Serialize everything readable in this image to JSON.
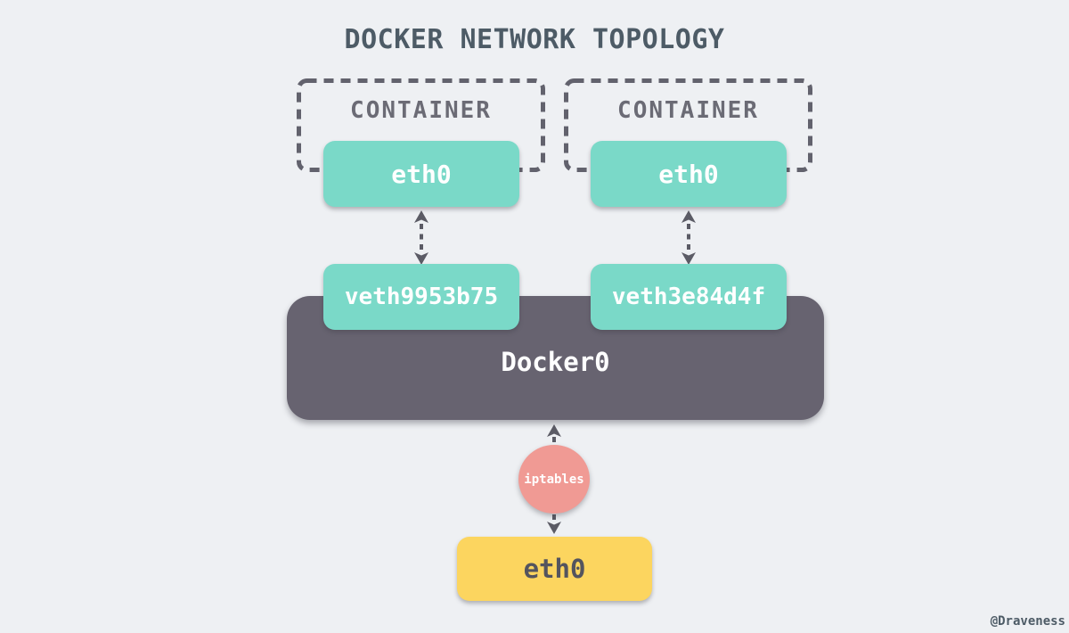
{
  "title": "DOCKER NETWORK TOPOLOGY",
  "watermark": "@Draveness",
  "containers": [
    {
      "label": "CONTAINER",
      "interface": "eth0"
    },
    {
      "label": "CONTAINER",
      "interface": "eth0"
    }
  ],
  "veths": [
    {
      "label": "veth9953b75"
    },
    {
      "label": "veth3e84d4f"
    }
  ],
  "bridge": {
    "label": "Docker0"
  },
  "firewall": {
    "label": "iptables"
  },
  "host_interface": {
    "label": "eth0"
  },
  "colors": {
    "background": "#eef0f3",
    "interface_teal": "#7ad9c8",
    "bridge_gray": "#676370",
    "firewall_salmon": "#f09a94",
    "host_yellow": "#fcd55f",
    "arrow_gray": "#5b5b65",
    "container_border": "#62626d",
    "title_text": "#4d5b66",
    "container_label_text": "#6b6b75"
  }
}
